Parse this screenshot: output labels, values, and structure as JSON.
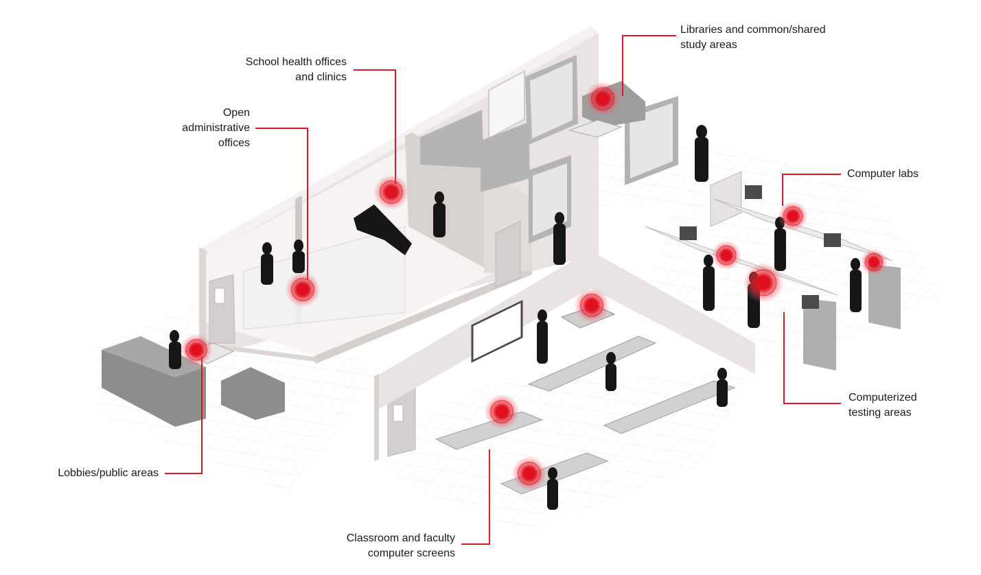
{
  "colors": {
    "accent": "#e0101e",
    "leader": "#d6182a",
    "floor": "#ffffff",
    "floor_grid": "#ececec",
    "wall_light": "#ece7e6",
    "wall_mid": "#e0dad9",
    "wall_dark": "#d3cdcc",
    "furniture": "#a9a8a8",
    "furniture_dark": "#858585",
    "silhouette": "#161616"
  },
  "callouts": {
    "libraries": {
      "line1": "Libraries and common/shared",
      "line2": "study areas"
    },
    "health": {
      "line1": "School health offices",
      "line2": "and clinics"
    },
    "admin": {
      "line1": "Open",
      "line2": "administrative",
      "line3": "offices"
    },
    "labs": {
      "line1": "Computer labs"
    },
    "testing": {
      "line1": "Computerized",
      "line2": "testing areas"
    },
    "lobbies": {
      "line1": "Lobbies/public areas"
    },
    "classroom": {
      "line1": "Classroom and faculty",
      "line2": "computer screens"
    }
  },
  "hotspots": [
    {
      "label": "libraries"
    },
    {
      "label": "health"
    },
    {
      "label": "admin"
    },
    {
      "label": "lobbies"
    },
    {
      "label": "labs-1"
    },
    {
      "label": "labs-2"
    },
    {
      "label": "labs-3"
    },
    {
      "label": "testing"
    },
    {
      "label": "classroom-1"
    },
    {
      "label": "classroom-2"
    },
    {
      "label": "classroom-3"
    }
  ]
}
